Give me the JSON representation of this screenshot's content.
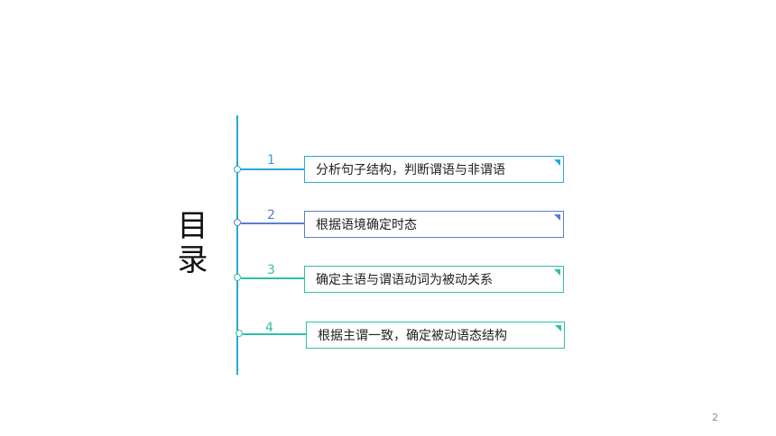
{
  "toc": {
    "title": "目录",
    "items": [
      {
        "number": "1",
        "label": "分析句子结构，判断谓语与非谓语",
        "color": "#29a8d6"
      },
      {
        "number": "2",
        "label": "根据语境确定时态",
        "color": "#5b7bd5"
      },
      {
        "number": "3",
        "label": "确定主语与谓语动词为被动关系",
        "color": "#30c0a7"
      },
      {
        "number": "4",
        "label": "根据主谓一致，确定被动语态结构",
        "color": "#30c0a7"
      }
    ]
  },
  "page_number": "2"
}
